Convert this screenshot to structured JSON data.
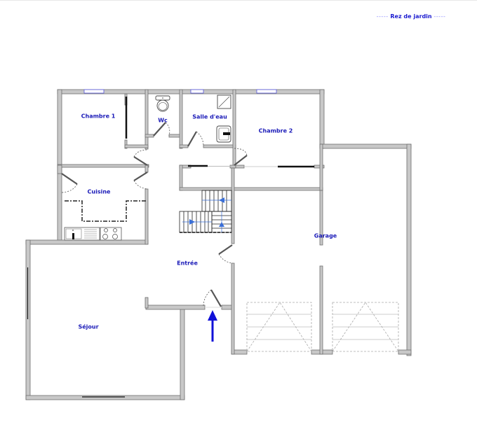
{
  "header": {
    "level_title": "Rez de jardin",
    "dash_left": "-----",
    "dash_right": "-----"
  },
  "rooms": {
    "chambre1": "Chambre 1",
    "wc": "Wc",
    "salle_eau": "Salle d'eau",
    "chambre2": "Chambre 2",
    "cuisine": "Cuisine",
    "entree": "Entrée",
    "garage": "Garage",
    "sejour": "Séjour"
  },
  "symbols": {
    "entrance_arrow": "entrance-arrow",
    "stairs": "staircase",
    "garage_doors": "sectional-garage-door",
    "toilet": "toilet",
    "shower": "shower",
    "washbasin": "washbasin",
    "sink": "kitchen-sink",
    "hob": "cooktop"
  },
  "colors": {
    "wall_fill": "#c8c8c8",
    "wall_stroke": "#6e6e6e",
    "label": "#1a1ab8",
    "arrow": "#1010d8",
    "window": "#5555dd",
    "stair_arrow": "#3a6fd8"
  }
}
